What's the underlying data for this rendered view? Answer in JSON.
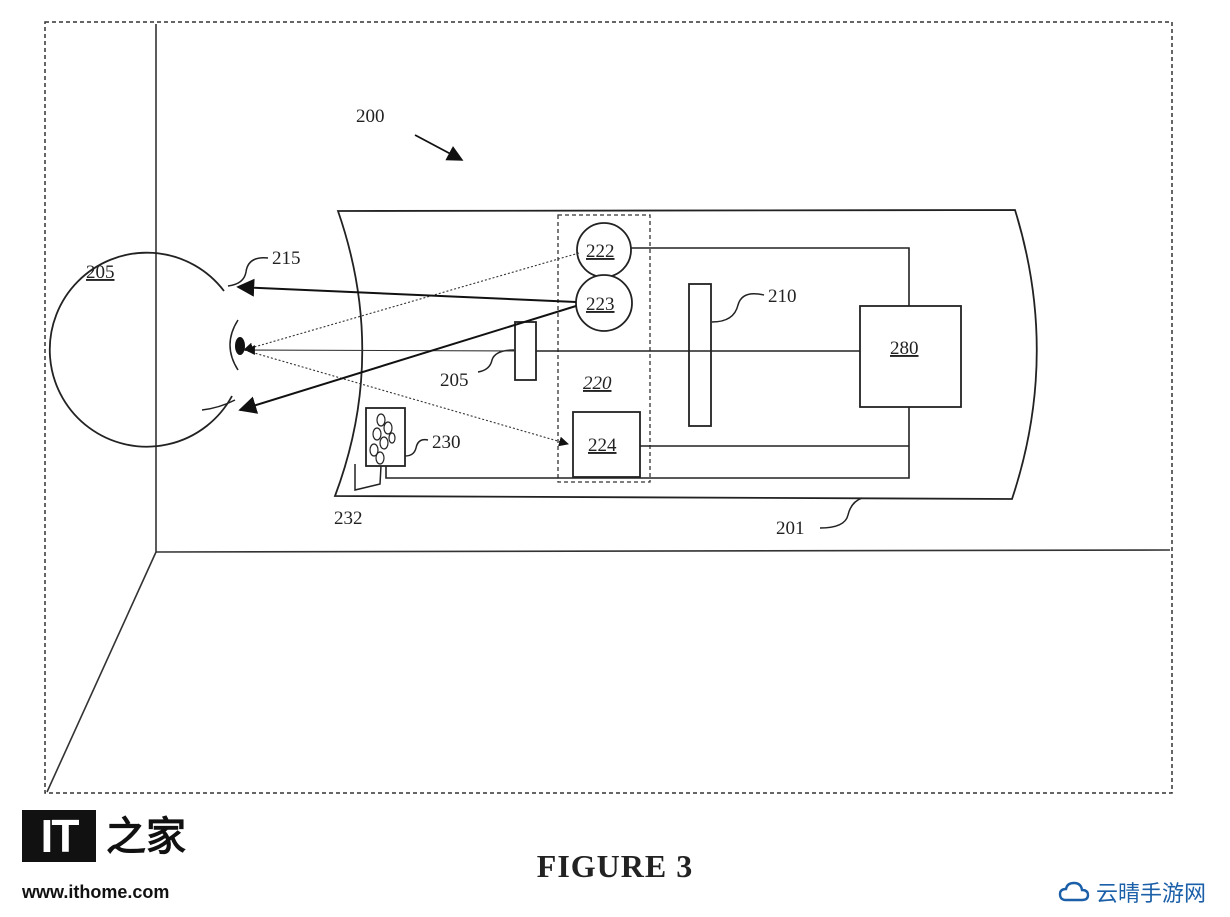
{
  "labels": {
    "system": "200",
    "eye_id": "205",
    "eye_edge": "215",
    "component_222": "222",
    "component_223": "223",
    "lens_210": "210",
    "unit_280": "280",
    "element_205": "205",
    "group_220": "220",
    "detector_224": "224",
    "component_230": "230",
    "component_232": "232",
    "housing_201": "201"
  },
  "caption": "FIGURE 3",
  "logo": {
    "mark": "IT",
    "chinese": "之家",
    "url": "www.ithome.com"
  },
  "watermark": {
    "text": "云晴手游网",
    "icon": "cloud-icon",
    "color": "#1a5fa8"
  }
}
